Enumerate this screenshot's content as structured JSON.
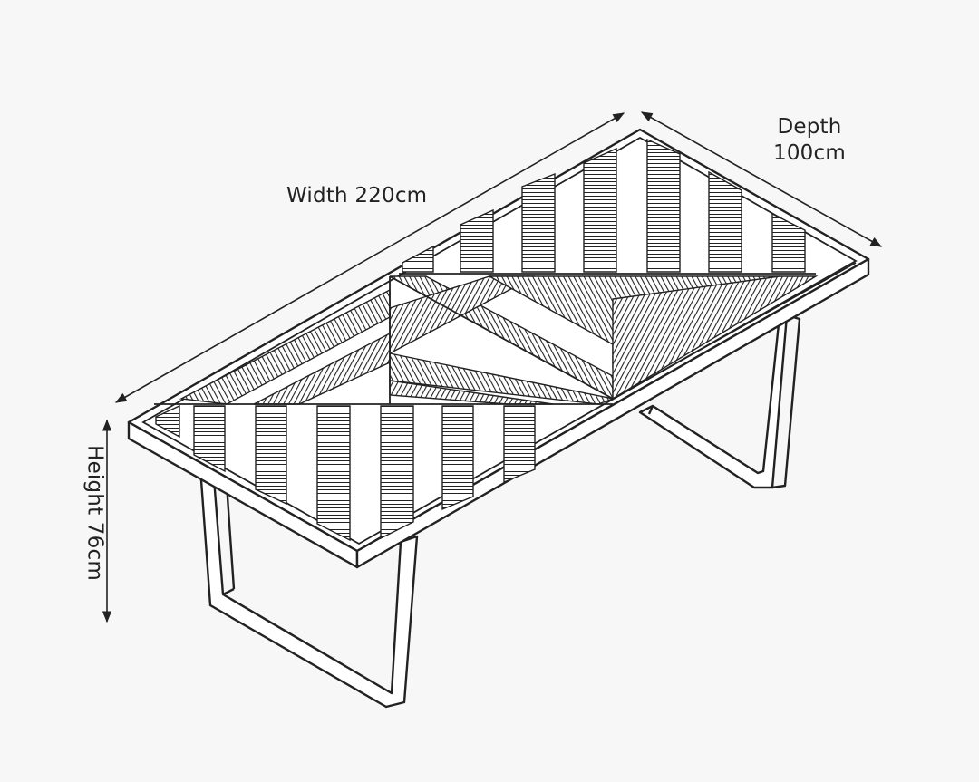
{
  "dimensions": {
    "depth_line1": "Depth",
    "depth_line2": "100cm",
    "width": "Width 220cm",
    "height": "Height 76cm"
  },
  "colors": {
    "line": "#222222",
    "background": "#f7f7f7",
    "surface": "#ffffff"
  },
  "icons": [
    "dimension-arrow-icon"
  ]
}
